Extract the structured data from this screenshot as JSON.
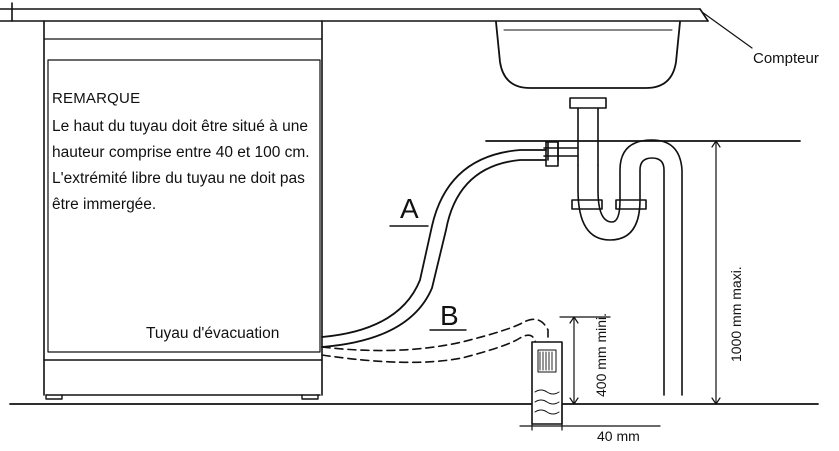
{
  "labels": {
    "counter": "Compteur",
    "hose_a": "A",
    "hose_b": "B",
    "drain_hose": "Tuyau d'évacuation",
    "dim_max": "1000 mm maxi.",
    "dim_min": "400 mm mini.",
    "dim_width": "40 mm"
  },
  "note": {
    "heading": "REMARQUE",
    "line1": "Le haut du tuyau doit être situé à une hauteur comprise entre 40 et 100 cm.",
    "line2": "L'extrémité libre du tuyau ne doit pas être immergée."
  },
  "colors": {
    "ink": "#111111",
    "paper": "#ffffff"
  }
}
